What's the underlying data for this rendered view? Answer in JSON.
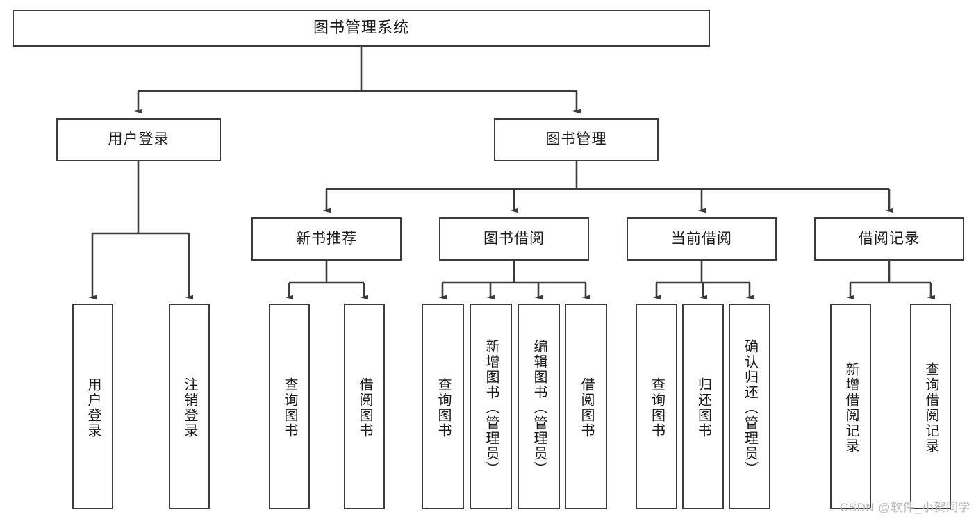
{
  "diagram": {
    "title": "图书管理系统",
    "type": "hierarchy-tree",
    "colors": {
      "box_border": "#3c3c3c",
      "box_fill": "#ffffff",
      "text": "#1a1a1a",
      "connector": "#3c3c3c",
      "watermark": "#b9b9b9"
    },
    "root": {
      "label": "图书管理系统"
    },
    "level2": [
      {
        "label": "用户登录"
      },
      {
        "label": "图书管理"
      }
    ],
    "level3": [
      {
        "label": "新书推荐"
      },
      {
        "label": "图书借阅"
      },
      {
        "label": "当前借阅"
      },
      {
        "label": "借阅记录"
      }
    ],
    "leaves": {
      "user_login": [
        {
          "label": "用户登录"
        },
        {
          "label": "注销登录"
        }
      ],
      "new_book_recommend": [
        {
          "label": "查询图书"
        },
        {
          "label": "借阅图书"
        }
      ],
      "book_borrow": [
        {
          "label": "查询图书"
        },
        {
          "label": "新增图书（管理员）"
        },
        {
          "label": "编辑图书（管理员）"
        },
        {
          "label": "借阅图书"
        }
      ],
      "current_borrow": [
        {
          "label": "查询图书"
        },
        {
          "label": "归还图书"
        },
        {
          "label": "确认归还（管理员）"
        }
      ],
      "borrow_record": [
        {
          "label": "新增借阅记录"
        },
        {
          "label": "查询借阅记录"
        }
      ]
    },
    "watermark": "CSDN @软件_小贺同学"
  }
}
